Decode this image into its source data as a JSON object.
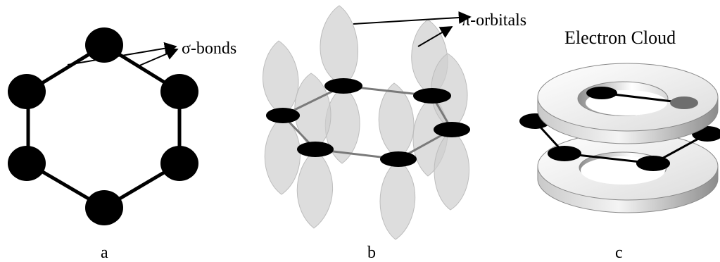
{
  "panels": {
    "a": {
      "caption": "a",
      "annotation": "σ-bonds"
    },
    "b": {
      "caption": "b",
      "annotation": "π-orbitals"
    },
    "c": {
      "caption": "c",
      "annotation": "Electron Cloud"
    }
  },
  "colors": {
    "atom": "#000000",
    "bond": "#000000",
    "orbital": "#c8c8c8",
    "ring_light": "#f2f2f2",
    "ring_shade": "#9a9a9a"
  }
}
